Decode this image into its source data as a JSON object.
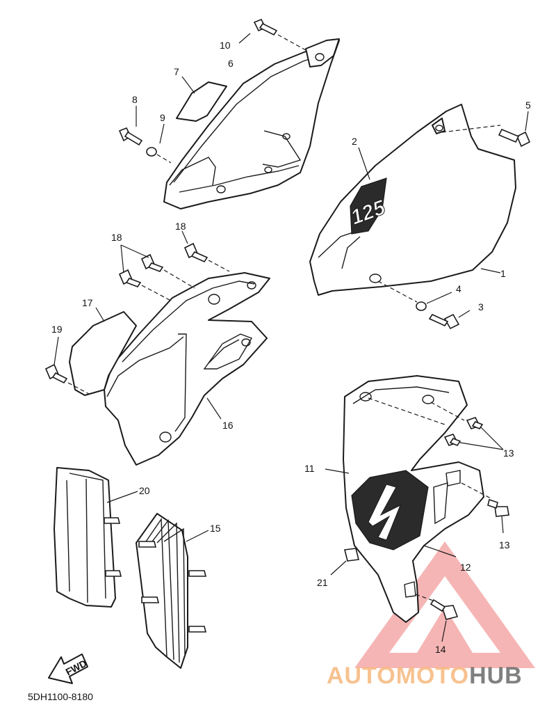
{
  "diagram": {
    "callouts": [
      "1",
      "2",
      "3",
      "4",
      "5",
      "6",
      "7",
      "8",
      "9",
      "10",
      "11",
      "12",
      "13",
      "13",
      "13",
      "14",
      "15",
      "16",
      "17",
      "18",
      "18",
      "19",
      "20",
      "21"
    ],
    "decal_text_2": "125",
    "fwd_label": "FWD",
    "part_code": "5DH1100-8180"
  },
  "watermark": {
    "part1": "AUTOMOTO",
    "part2": "HUB",
    "color_primary": "#f07a7a",
    "color_secondary": "#ffd08a",
    "color_dark": "#5a5a5a"
  }
}
